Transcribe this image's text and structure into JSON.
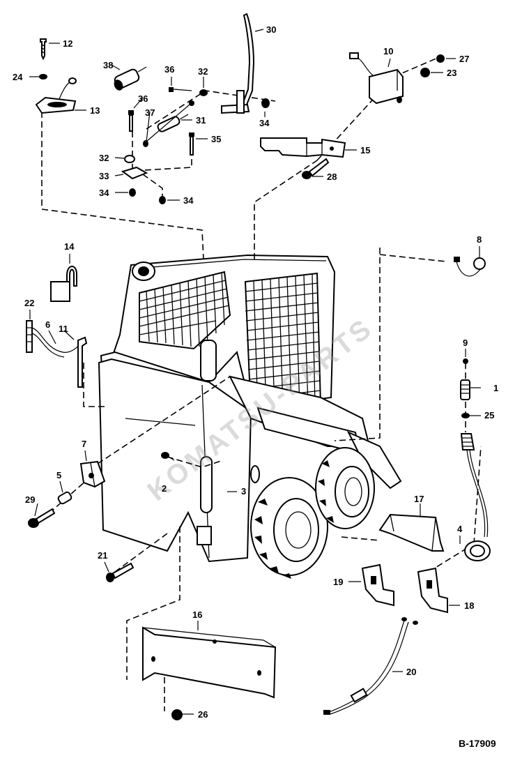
{
  "diagram": {
    "code": "B-17909",
    "watermark": "KOMATSU-PARTS",
    "labels": {
      "p1": "1",
      "p2": "2",
      "p3": "3",
      "p4": "4",
      "p5": "5",
      "p6": "6",
      "p7": "7",
      "p8": "8",
      "p9": "9",
      "p10": "10",
      "p11": "11",
      "p12": "12",
      "p13": "13",
      "p14": "14",
      "p15": "15",
      "p16": "16",
      "p17": "17",
      "p18": "18",
      "p19": "19",
      "p20": "20",
      "p21": "21",
      "p22": "22",
      "p23": "23",
      "p24": "24",
      "p25": "25",
      "p26": "26",
      "p27": "27",
      "p28": "28",
      "p29": "29",
      "p30": "30",
      "p31": "31",
      "p32a": "32",
      "p32b": "32",
      "p33": "33",
      "p34a": "34",
      "p34b": "34",
      "p34c": "34",
      "p35": "35",
      "p36a": "36",
      "p36b": "36",
      "p37": "37",
      "p38": "38"
    }
  }
}
